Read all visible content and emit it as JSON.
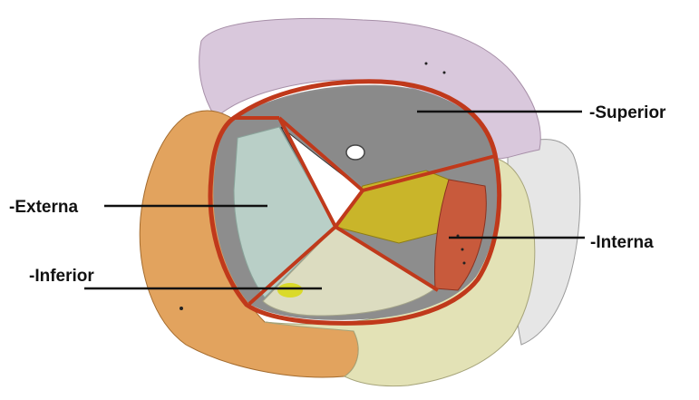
{
  "labels": {
    "superior": "-Superior",
    "externa": "-Externa",
    "interna": "-Interna",
    "inferior": "-Inferior"
  },
  "colors": {
    "orbit_outline": "#c0391b",
    "frontal_bone": "#d9c8dc",
    "zygomatic_bone": "#e2a35e",
    "sphenoid_bone": "#b9cfc7",
    "ethmoid_bone": "#c9b52a",
    "lacrimal_bone": "#c85a3c",
    "maxilla": "#e3e2b6",
    "nasal_bone": "#e6e6e6",
    "palatine_bone": "#dada2a",
    "leader_line": "#111111"
  }
}
